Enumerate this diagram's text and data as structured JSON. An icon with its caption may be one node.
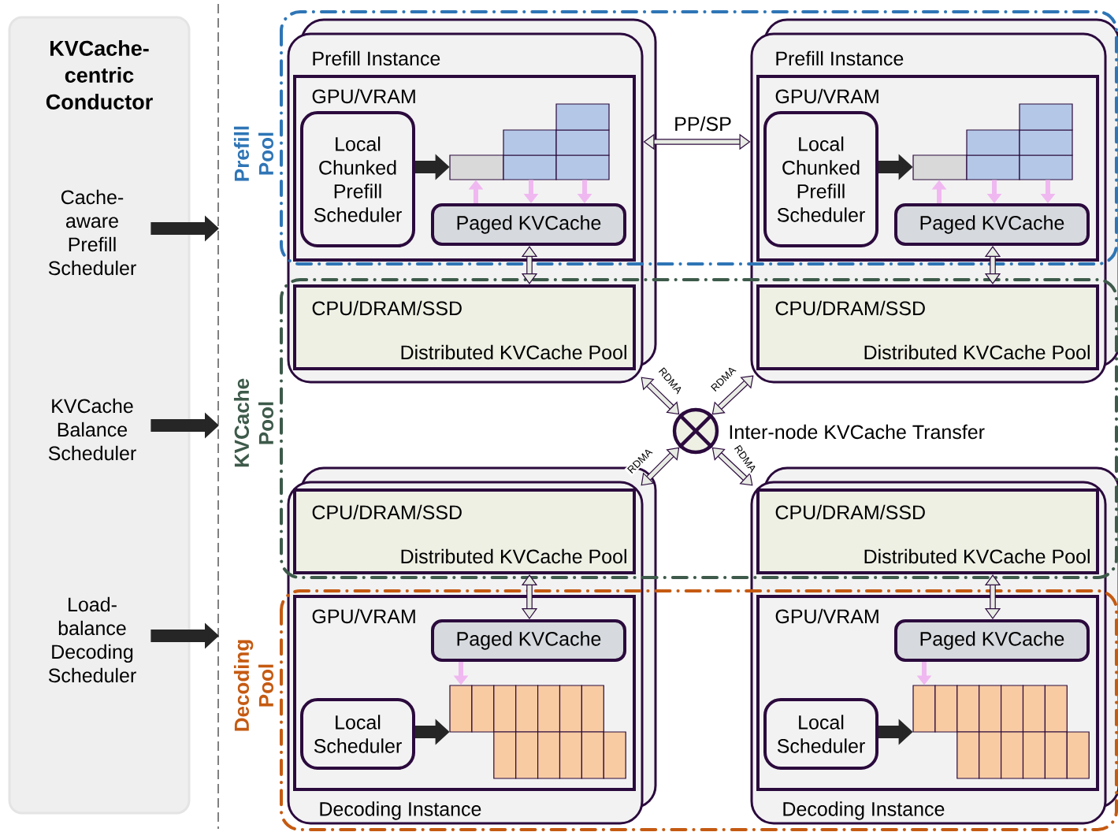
{
  "diagram": {
    "nodes": [
      {
        "text": [
          "KVCache-centric Conductor"
        ]
      },
      {
        "text": [
          "Cache-aware Prefill Scheduler"
        ],
        "in": 0
      },
      {
        "text": [
          "KVCache Balance Scheduler"
        ],
        "in": 0
      },
      {
        "text": [
          "Load-balance Decoding Scheduler"
        ],
        "in": 0
      },
      {
        "text": [
          "Prefill Instance"
        ]
      },
      {
        "text": [
          "GPU/VRAM"
        ],
        "in": 4
      },
      {
        "text": [
          "Local Chunked Prefill Scheduler"
        ],
        "in": 5
      },
      {
        "text": [],
        "shape": "box",
        "in": 5
      },
      {
        "text": [
          "Paged KVCache"
        ],
        "in": 5
      },
      {
        "text": [
          "CPU/DRAM/SSD",
          "Distributed KVCache Pool"
        ],
        "in": 4
      },
      {
        "text": [
          "Prefill Instance"
        ]
      },
      {
        "text": [
          "GPU/VRAM"
        ],
        "in": 10
      },
      {
        "text": [
          "Local Chunked Prefill Scheduler"
        ],
        "in": 11
      },
      {
        "text": [],
        "shape": "box",
        "in": 11
      },
      {
        "text": [
          "Paged KVCache"
        ],
        "in": 11
      },
      {
        "text": [
          "CPU/DRAM/SSD",
          "Distributed KVCache Pool"
        ],
        "in": 10
      },
      {
        "text": [],
        "shape": "circle",
        "beside": [
          "Inter-node KVCache Transfer"
        ]
      },
      {
        "text": [
          "Decoding Instance"
        ]
      },
      {
        "text": [
          "CPU/DRAM/SSD",
          "Distributed KVCache Pool"
        ],
        "in": 17
      },
      {
        "text": [
          "GPU/VRAM"
        ],
        "in": 17
      },
      {
        "text": [
          "Paged KVCache"
        ],
        "in": 19
      },
      {
        "text": [],
        "shape": "box",
        "in": 19
      },
      {
        "text": [
          "Local Scheduler"
        ],
        "in": 19
      },
      {
        "text": [
          "Decoding Instance"
        ]
      },
      {
        "text": [
          "CPU/DRAM/SSD",
          "Distributed KVCache Pool"
        ],
        "in": 23
      },
      {
        "text": [
          "GPU/VRAM"
        ],
        "in": 23
      },
      {
        "text": [
          "Paged KVCache"
        ],
        "in": 25
      },
      {
        "text": [],
        "shape": "box",
        "in": 25
      },
      {
        "text": [
          "Local Scheduler"
        ],
        "in": 25
      }
    ],
    "edges": [
      {
        "from": 1,
        "to": null,
        "arrow": "to",
        "style": "thick",
        "color": "#262626"
      },
      {
        "from": 2,
        "to": null,
        "arrow": "to",
        "style": "thick",
        "color": "#262626"
      },
      {
        "from": 3,
        "to": null,
        "arrow": "to",
        "style": "thick",
        "color": "#262626"
      },
      {
        "from": 6,
        "to": 7,
        "arrow": "to",
        "style": "thick",
        "color": "#262626"
      },
      {
        "from": 8,
        "to": 7,
        "arrow": "to",
        "color": "#f0b8f0"
      },
      {
        "from": 7,
        "to": 8,
        "arrow": "to",
        "color": "#f0b8f0"
      },
      {
        "from": 7,
        "to": 8,
        "arrow": "to",
        "color": "#f0b8f0"
      },
      {
        "from": 8,
        "to": 9,
        "arrow": "both"
      },
      {
        "from": 12,
        "to": 13,
        "arrow": "to",
        "style": "thick",
        "color": "#262626"
      },
      {
        "from": 14,
        "to": 13,
        "arrow": "to",
        "color": "#f0b8f0"
      },
      {
        "from": 13,
        "to": 14,
        "arrow": "to",
        "color": "#f0b8f0"
      },
      {
        "from": 13,
        "to": 14,
        "arrow": "to",
        "color": "#f0b8f0"
      },
      {
        "from": 14,
        "to": 15,
        "arrow": "both"
      },
      {
        "from": 4,
        "to": 10,
        "arrow": "both",
        "label": "PP/SP"
      },
      {
        "from": 4,
        "to": 16,
        "arrow": "both",
        "label": "RDMA"
      },
      {
        "from": 10,
        "to": 16,
        "arrow": "both",
        "label": "RDMA"
      },
      {
        "from": 17,
        "to": 16,
        "arrow": "both",
        "label": "RDMA"
      },
      {
        "from": 23,
        "to": 16,
        "arrow": "both",
        "label": "RDMA"
      },
      {
        "from": 18,
        "to": 20,
        "arrow": "both"
      },
      {
        "from": 20,
        "to": 21,
        "arrow": "to",
        "color": "#f0b8f0"
      },
      {
        "from": 22,
        "to": 21,
        "arrow": "to",
        "style": "thick",
        "color": "#262626"
      },
      {
        "from": 24,
        "to": 26,
        "arrow": "both"
      },
      {
        "from": 26,
        "to": 27,
        "arrow": "to",
        "color": "#f0b8f0"
      },
      {
        "from": 28,
        "to": 27,
        "arrow": "to",
        "style": "thick",
        "color": "#262626"
      }
    ],
    "labels": [
      "Prefill Pool",
      "KVCache Pool",
      "Decoding Pool"
    ]
  }
}
